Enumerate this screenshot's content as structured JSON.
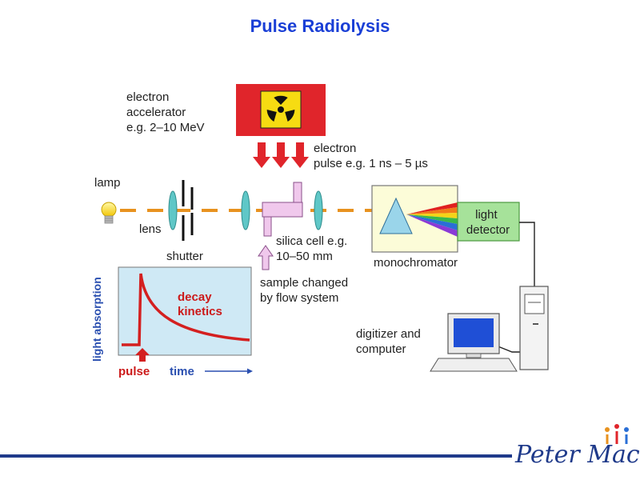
{
  "title": "Pulse Radiolysis",
  "labels": {
    "accelerator": [
      "electron",
      "accelerator",
      "e.g. 2–10 MeV"
    ],
    "pulse": [
      "electron",
      "pulse e.g. 1 ns – 5 µs"
    ],
    "lamp": "lamp",
    "lens": "lens",
    "shutter": "shutter",
    "cell": [
      "silica cell e.g.",
      "10–50 mm"
    ],
    "sample": [
      "sample changed",
      "by flow system"
    ],
    "monochromator": "monochromator",
    "detector": [
      "light",
      "detector"
    ],
    "digitizer": [
      "digitizer and",
      "computer"
    ]
  },
  "inset": {
    "ylabel": "light absorption",
    "curve_label": [
      "decay",
      "kinetics"
    ],
    "pulse_label": "pulse",
    "time_label": "time"
  },
  "logo": {
    "text": "Peter Mac"
  },
  "colors": {
    "title": "#1a3fd6",
    "accelerator": "#e0252b",
    "beam": "#e8921f",
    "inset_bg": "#cfe9f5",
    "curve": "#d42020",
    "detector": "#a6e29a",
    "monochromator": "#fcfcd8"
  }
}
